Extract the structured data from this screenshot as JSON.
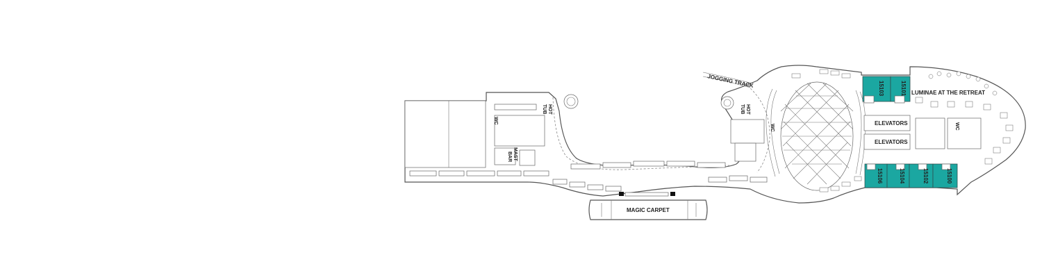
{
  "colors": {
    "suite_fill": "#1ba7a1",
    "outline": "#555555",
    "background": "#ffffff"
  },
  "areas": {
    "jogging_track": "JOGGING TRACK",
    "hot_tub_aft_line1": "HOT",
    "hot_tub_aft_line2": "TUB",
    "wc_aft": "WC",
    "mast_bar_line1": "MAST",
    "mast_bar_line2": "BAR",
    "hot_tub_fwd_line1": "HOT",
    "hot_tub_fwd_line2": "TUB",
    "wc_mid": "WC",
    "luminae": "LUMINAE AT THE RETREAT",
    "elevators_upper": "ELEVATORS",
    "elevators_lower": "ELEVATORS",
    "wc_fwd": "WC",
    "magic_carpet": "MAGIC CARPET"
  },
  "cabins": {
    "c15103": "15103",
    "c15101": "15101",
    "c15106": "15106",
    "c15104": "15104",
    "c15102": "15102",
    "c15100": "15100"
  }
}
